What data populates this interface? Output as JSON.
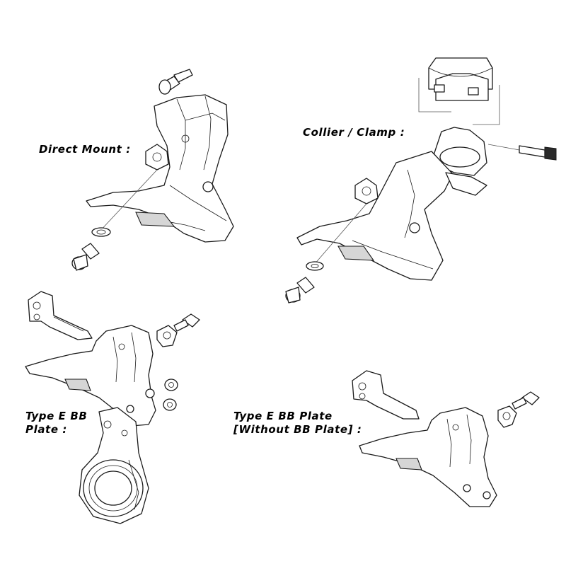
{
  "labels": {
    "direct_mount": "Direct Mount :",
    "collar_clamp": "Collier / Clamp :",
    "type_e_bb_plate_line1": "Type E BB",
    "type_e_bb_plate_line2": "Plate :",
    "type_e_no_plate_line1": "Type E BB Plate",
    "type_e_no_plate_line2": "[Without BB Plate] :"
  },
  "colors": {
    "ink": "#1a1a1a",
    "shade": "#d6d6d6",
    "background": "#ffffff"
  }
}
